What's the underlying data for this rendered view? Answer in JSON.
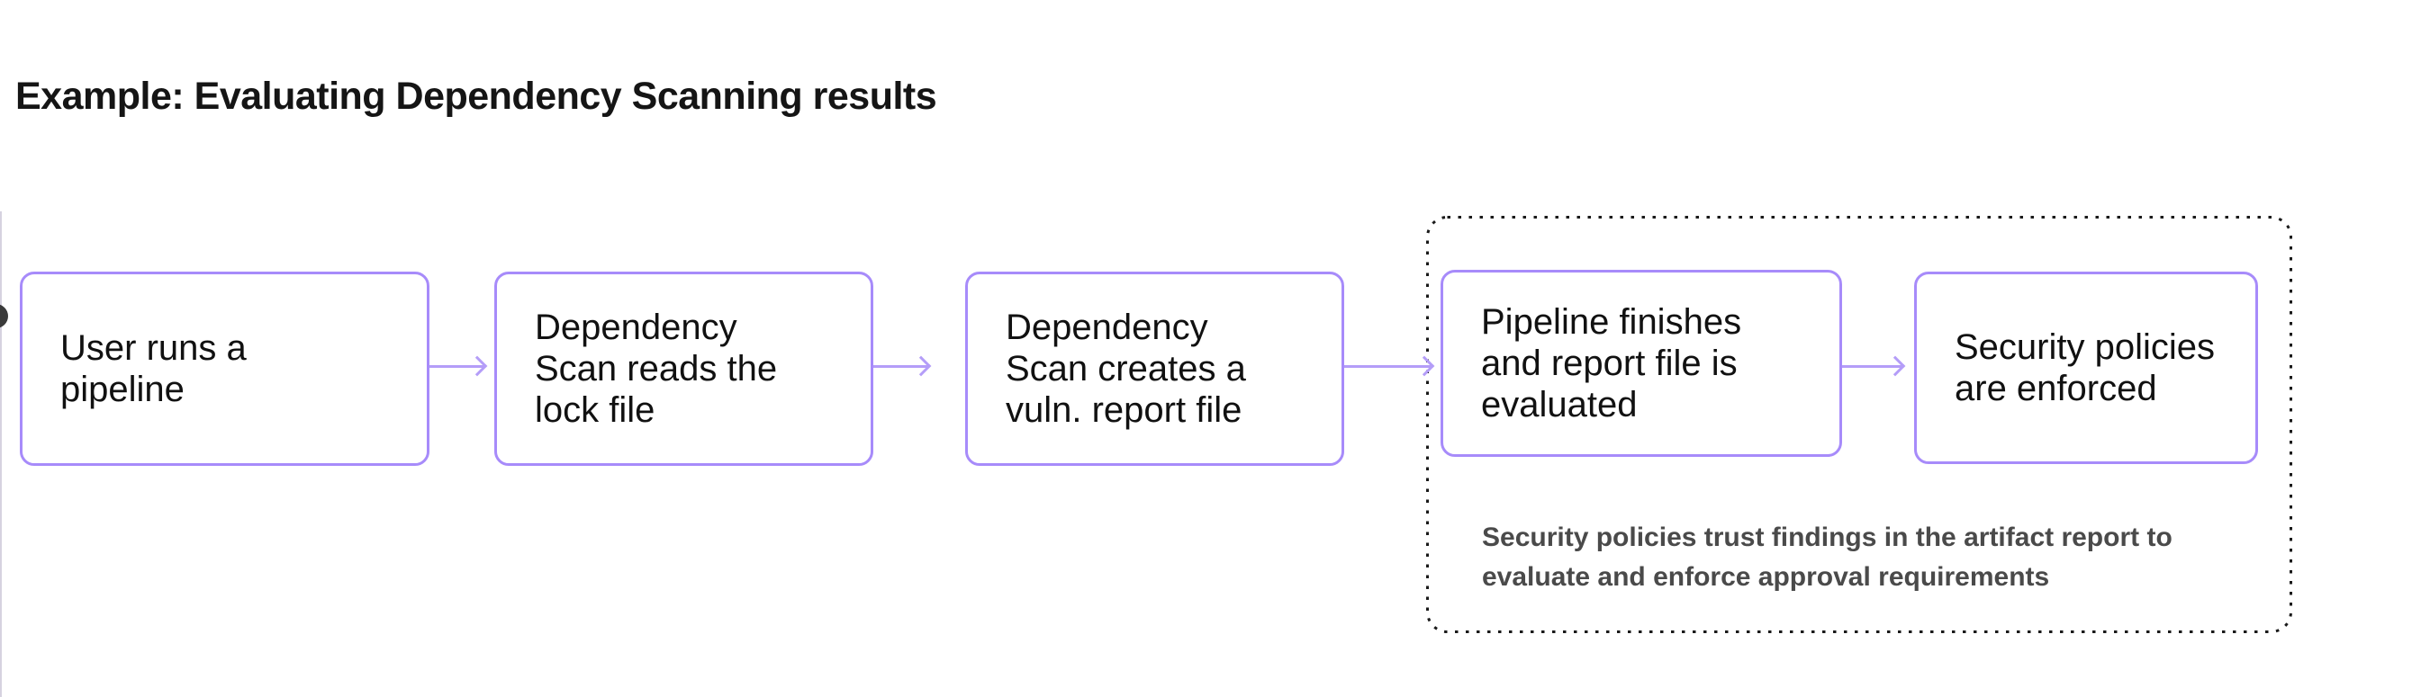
{
  "title": "Example: Evaluating Dependency Scanning results",
  "colors": {
    "title_text": "#151515",
    "box_text": "#111111",
    "box_border": "#a78bfa",
    "arrow": "#b49df8",
    "dotted_border": "#1a1a1a",
    "caption_text": "#4a4a4a"
  },
  "flow": {
    "steps": [
      {
        "label": "User runs a\npipeline"
      },
      {
        "label": "Dependency\nScan reads the\nlock file"
      },
      {
        "label": "Dependency\nScan creates a\nvuln. report file"
      },
      {
        "label": "Pipeline finishes\nand report file is\nevaluated"
      },
      {
        "label": "Security policies\nare enforced"
      }
    ],
    "group_caption": "Security policies trust findings in the artifact report to\nevaluate and enforce approval requirements"
  }
}
